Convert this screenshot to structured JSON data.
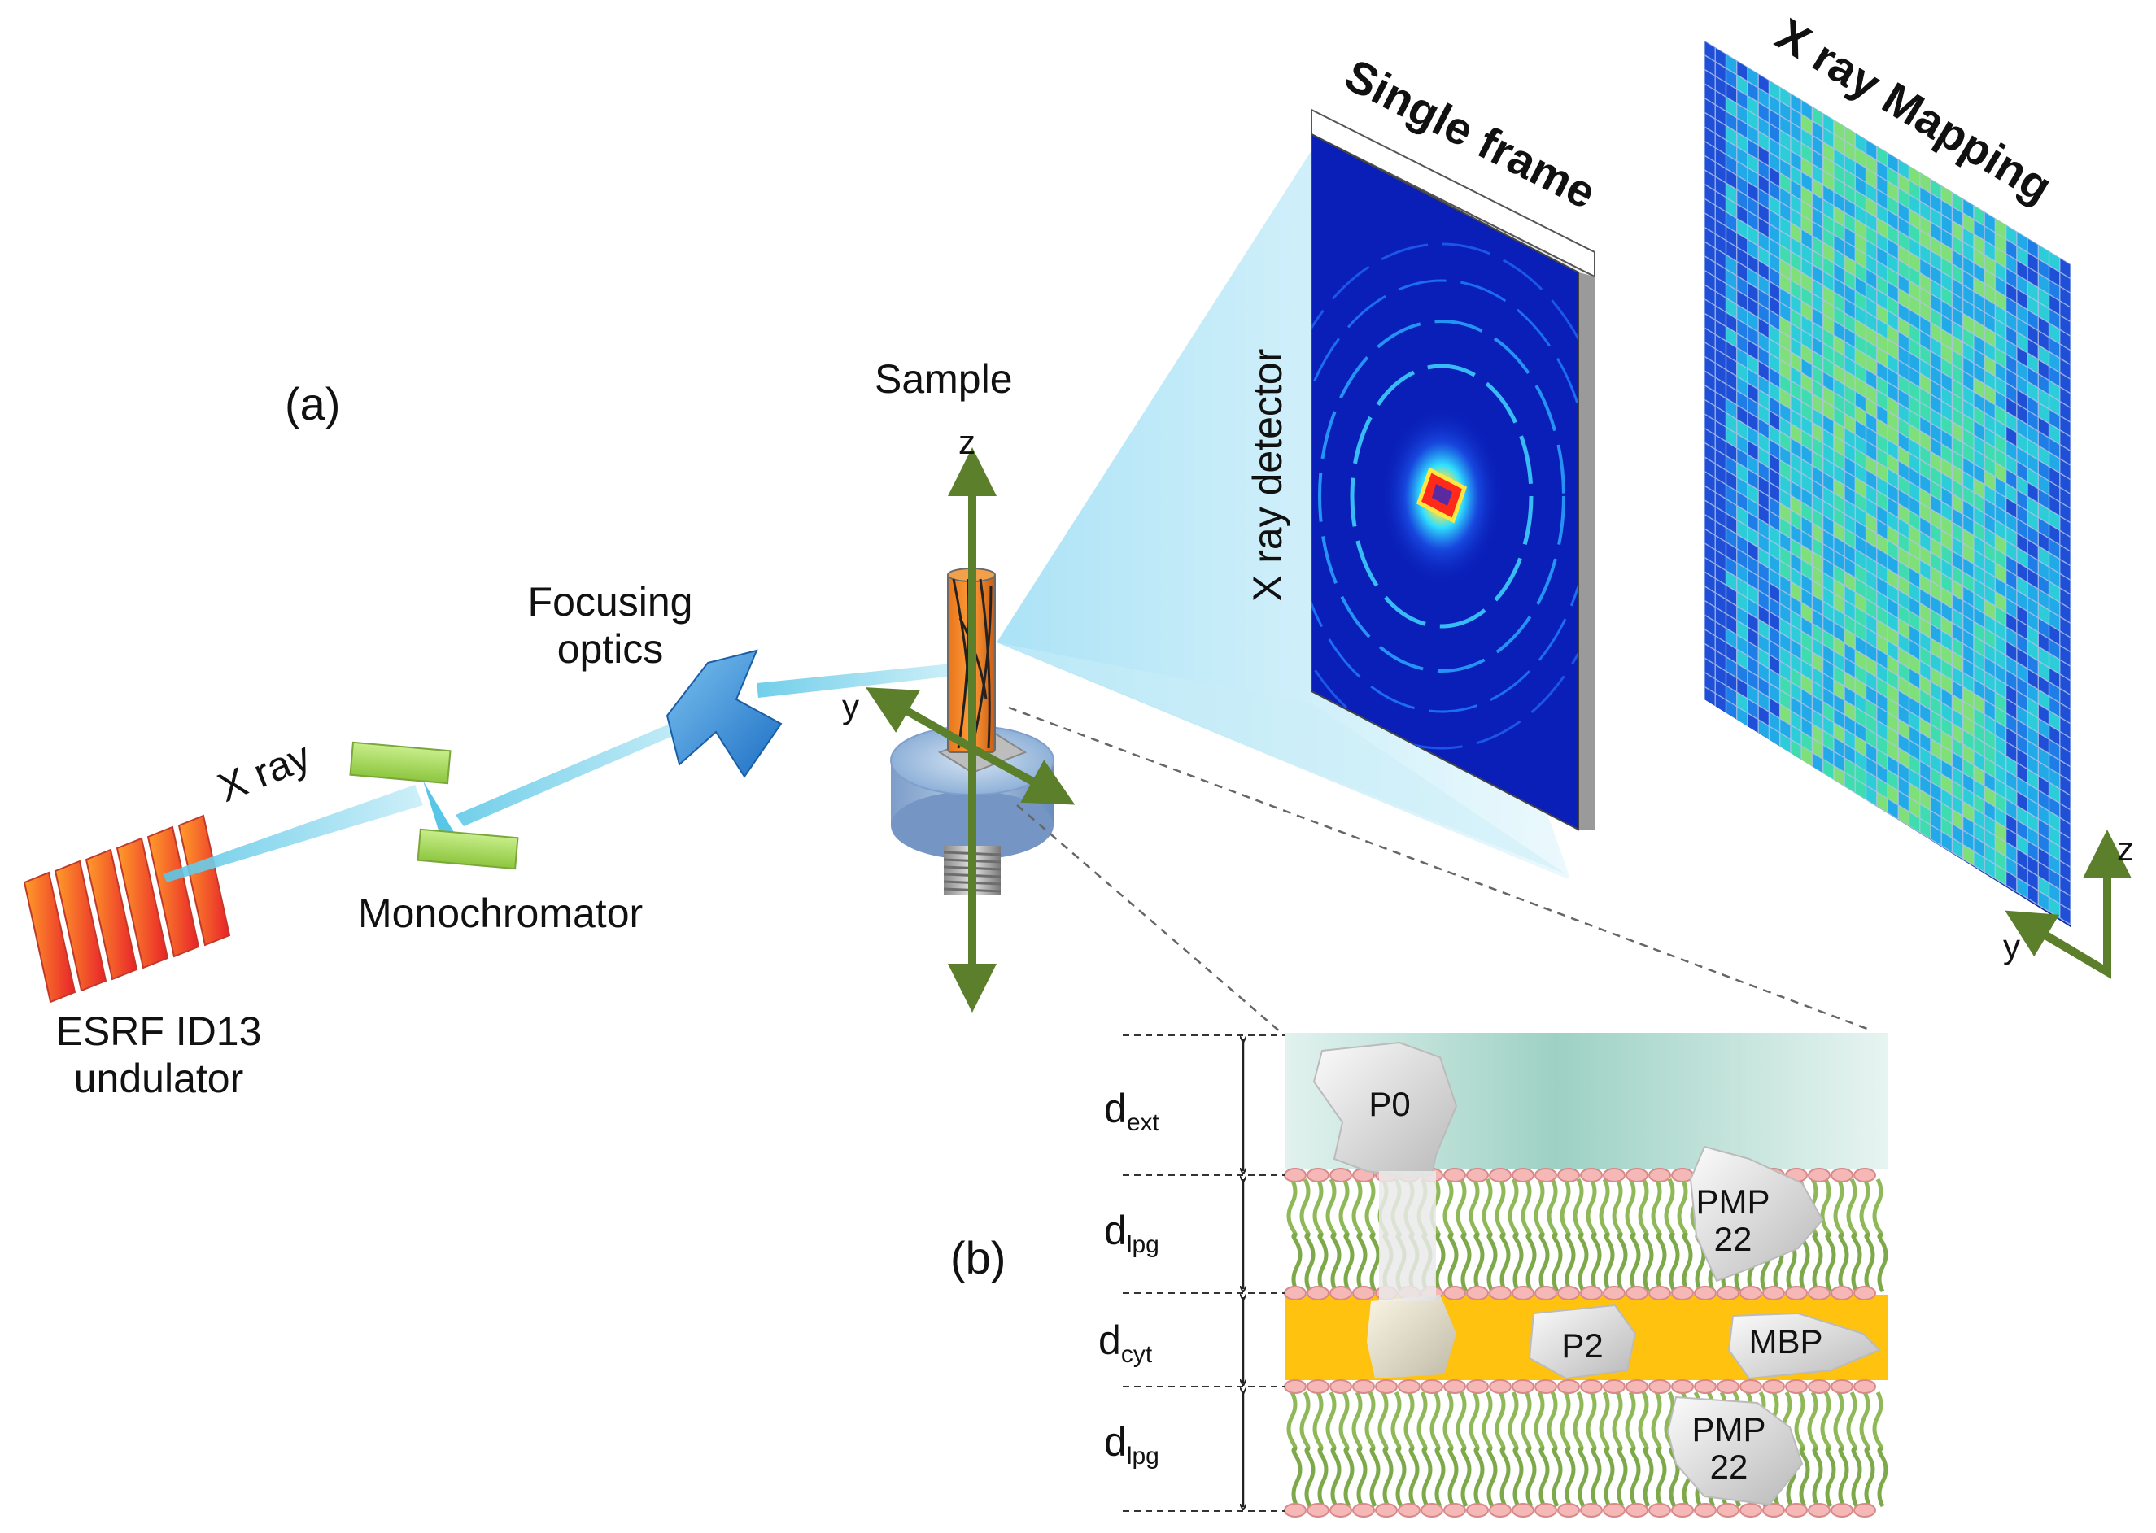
{
  "panel_a": {
    "label": "(a)",
    "source": {
      "line1": "ESRF ID13",
      "line2": "undulator"
    },
    "beam_label": "X ray",
    "monochromator": "Monochromator",
    "focusing": {
      "line1": "Focusing",
      "line2": "optics"
    },
    "sample": "Sample",
    "stage_axes": {
      "z": "z",
      "y": "y"
    },
    "detector_label": "X ray detector",
    "single_frame_title": "Single frame",
    "mapping_title": "X ray Mapping",
    "mapping_axes": {
      "z": "z",
      "y": "y"
    }
  },
  "panel_b": {
    "label": "(b)",
    "layers": [
      {
        "symbol": "d",
        "subscript": "ext"
      },
      {
        "symbol": "d",
        "subscript": "lpg"
      },
      {
        "symbol": "d",
        "subscript": "cyt"
      },
      {
        "symbol": "d",
        "subscript": "lpg"
      }
    ],
    "proteins": {
      "p0": "P0",
      "pmp22_top": {
        "line1": "PMP",
        "line2": "22"
      },
      "p2": "P2",
      "mbp": "MBP",
      "pmp22_bottom": {
        "line1": "PMP",
        "line2": "22"
      }
    }
  },
  "colors": {
    "arrow_green": "#5b7f2b",
    "beam_cyan": "#7fd6ee",
    "membrane_yellow": "#ffc20e",
    "lipid_green": "#8fb858",
    "headgroup_pink": "#f6b7b7",
    "detector_blue": "#0a1fb8"
  }
}
